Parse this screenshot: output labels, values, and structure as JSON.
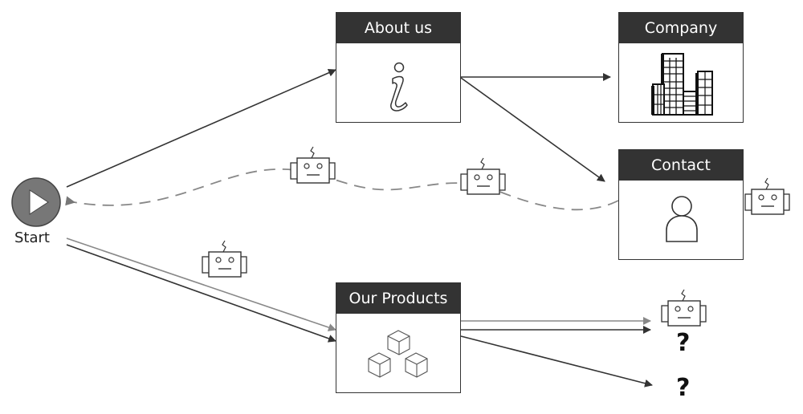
{
  "start": {
    "label": "Start",
    "icon": "play-icon"
  },
  "nodes": {
    "about": {
      "title": "About us",
      "icon": "info-icon"
    },
    "company": {
      "title": "Company",
      "icon": "buildings-icon"
    },
    "contact": {
      "title": "Contact",
      "icon": "person-icon"
    },
    "products": {
      "title": "Our Products",
      "icon": "boxes-icon"
    }
  },
  "unknown_targets": [
    "?",
    "?"
  ],
  "colors": {
    "header_bg": "#333333",
    "line_dark": "#333333",
    "line_light": "#888888",
    "dashed": "#888888",
    "start_fill": "#777777"
  }
}
